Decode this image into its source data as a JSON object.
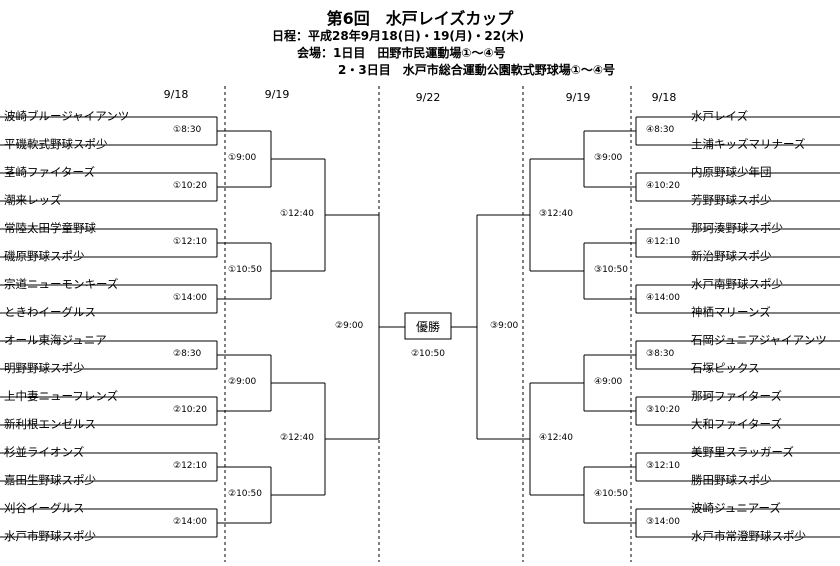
{
  "header": {
    "title": "第6回　水戸レイズカップ",
    "schedule": "日程：平成28年9月18(日)・19(月)・22(木)",
    "venue1": "会場：1日目　田野市民運動場①～④号",
    "venue2": "2・3日目　水戸市総合運動公園軟式野球場①～④号"
  },
  "dates": {
    "left_r1": "9/18",
    "left_r2": "9/19",
    "final": "9/22",
    "right_r2": "9/19",
    "right_r1": "9/18"
  },
  "left_teams": [
    "波崎ブルージャイアンツ",
    "平磯軟式野球スポ少",
    "茎崎ファイターズ",
    "潮来レッズ",
    "常陸太田学童野球",
    "磯原野球スポ少",
    "宗道ニューモンキーズ",
    "ときわイーグルス",
    "オール東海ジュニア",
    "明野野球スポ少",
    "上中妻ニューフレンズ",
    "新利根エンゼルス",
    "杉並ライオンズ",
    "嘉田生野球スポ少",
    "刈谷イーグルス",
    "水戸市野球スポ少"
  ],
  "right_teams": [
    "水戸レイズ",
    "土浦キッズマリナーズ",
    "内原野球少年団",
    "芳野野球スポ少",
    "那珂湊野球スポ少",
    "新治野球スポ少",
    "水戸南野球スポ少",
    "神栖マリーンズ",
    "石岡ジュニアジャイアンツ",
    "石塚ピックス",
    "那珂ファイターズ",
    "大和ファイターズ",
    "美野里スラッガーズ",
    "勝田野球スポ少",
    "波崎ジュニアーズ",
    "水戸市常澄野球スポ少"
  ],
  "left_slots": {
    "r1": [
      "①8:30",
      "①10:20",
      "①12:10",
      "①14:00",
      "②8:30",
      "②10:20",
      "②12:10",
      "②14:00"
    ],
    "r2": [
      "①9:00",
      "①10:50",
      "②9:00",
      "②10:50"
    ],
    "r3": [
      "①12:40",
      "②12:40"
    ],
    "r4": "②9:00"
  },
  "right_slots": {
    "r1": [
      "④8:30",
      "④10:20",
      "④12:10",
      "④14:00",
      "③8:30",
      "③10:20",
      "③12:10",
      "③14:00"
    ],
    "r2": [
      "③9:00",
      "③10:50",
      "④9:00",
      "④10:50"
    ],
    "r3": [
      "③12:40",
      "④12:40"
    ],
    "r4": "③9:00"
  },
  "champion": {
    "label": "優勝",
    "time": "②10:50"
  }
}
